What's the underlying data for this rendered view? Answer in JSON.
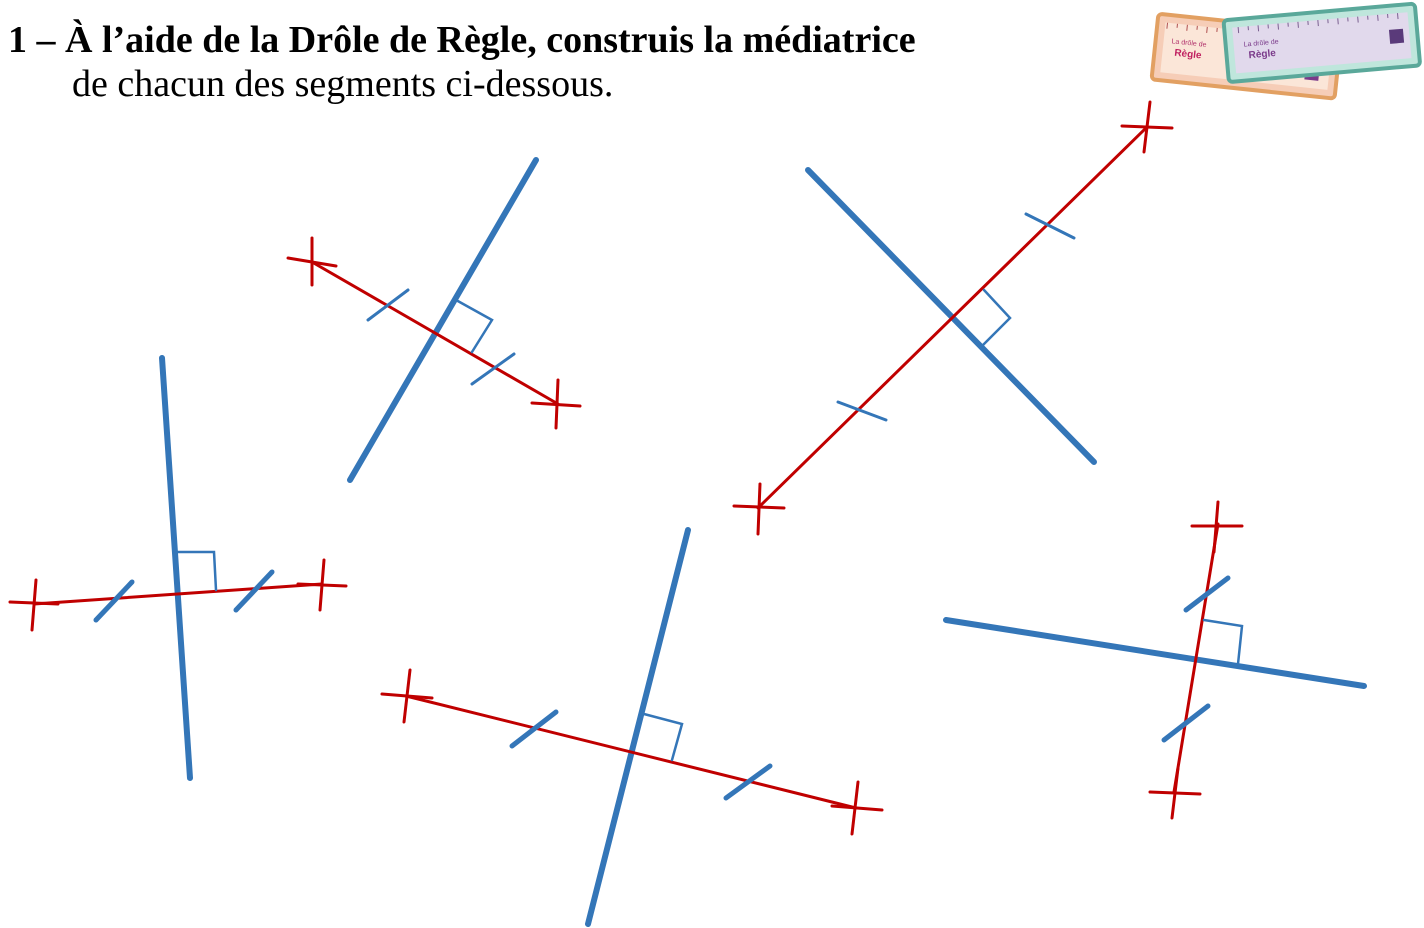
{
  "exercise": {
    "title": "1 – À l’aide de la Drôle de Règle, construis la médiatrice",
    "subtitle": "de chacun des segments ci-dessous."
  },
  "logo": {
    "name": "drole-de-regle-ruler-icon",
    "ruler_back_text": [
      "La drôle de",
      "Règle"
    ],
    "ruler_front_text": [
      "La drôle de",
      "Règle"
    ]
  },
  "colors": {
    "bisector": "#3476b8",
    "segment": "#c00000",
    "ruler_back": "#f4b9a8",
    "ruler_front": "#7cc7b8"
  },
  "figures_count": 5
}
